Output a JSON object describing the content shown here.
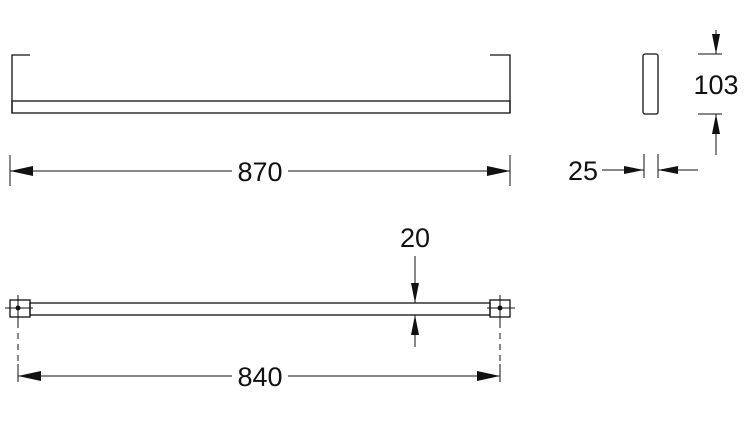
{
  "dimensions": {
    "top_length": "870",
    "height": "103",
    "depth": "25",
    "bar_thickness": "20",
    "mount_distance": "840"
  },
  "colors": {
    "line": "#111111",
    "background": "#ffffff"
  }
}
